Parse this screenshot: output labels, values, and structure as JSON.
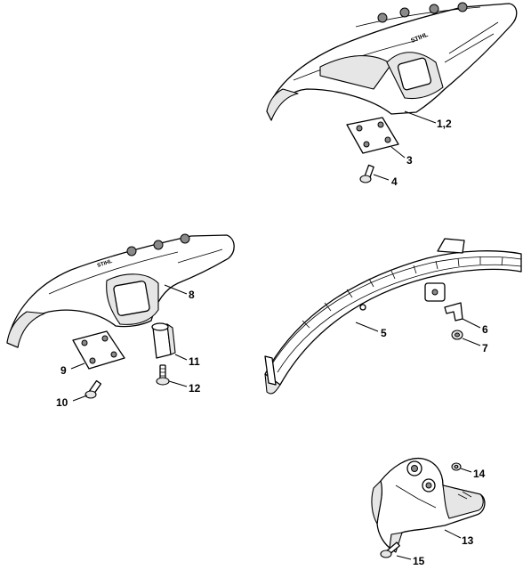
{
  "callouts": {
    "c1": "1,2",
    "c3": "3",
    "c4": "4",
    "c5": "5",
    "c6": "6",
    "c7": "7",
    "c8": "8",
    "c9": "9",
    "c10": "10",
    "c11": "11",
    "c12": "12",
    "c13": "13",
    "c14": "14",
    "c15": "15"
  }
}
